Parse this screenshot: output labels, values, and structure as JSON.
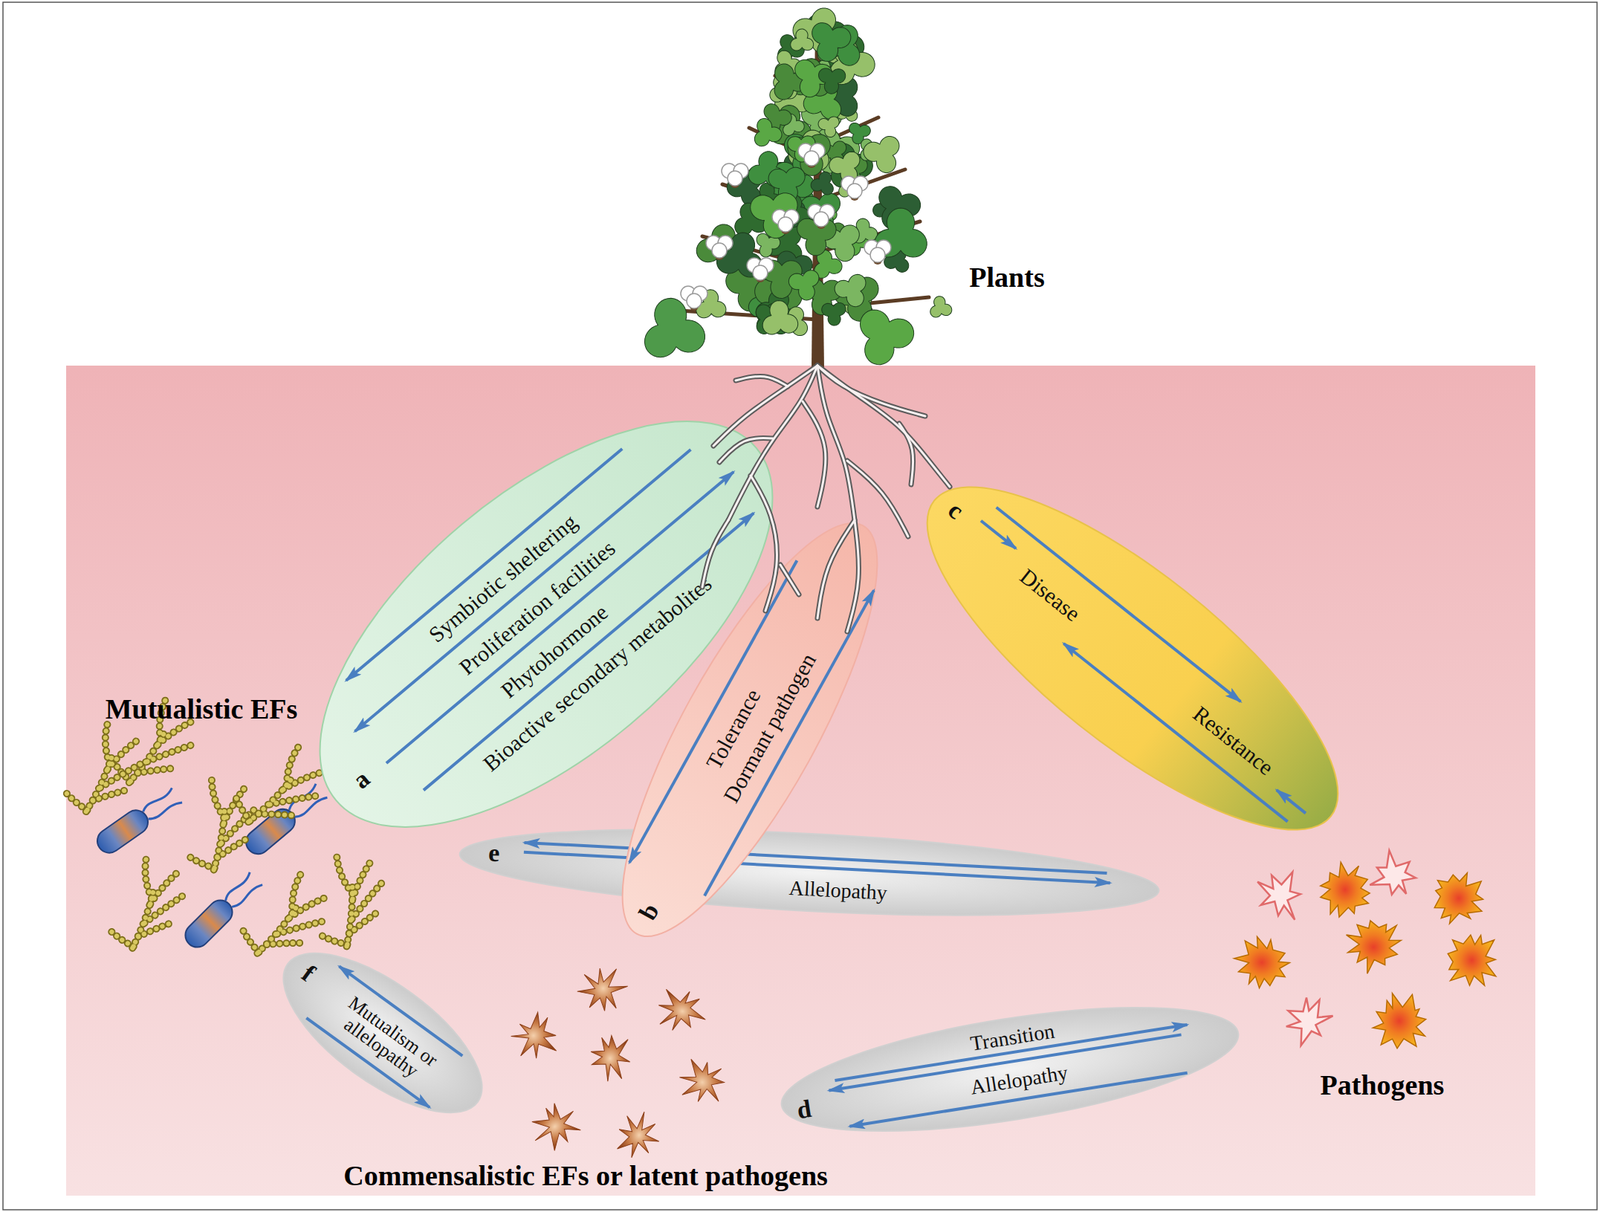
{
  "diagram": {
    "nodes": [
      {
        "text": [
          "a",
          "Symbiotic sheltering",
          "Proliferation facilities",
          "Phytohormone",
          "Bioactive secondary metabolites"
        ]
      },
      {
        "text": [
          "b",
          "Tolerance",
          "Dormant pathogen"
        ]
      },
      {
        "text": [
          "c",
          "Disease",
          "Resistance"
        ]
      },
      {
        "text": [
          "e",
          "Allelopathy"
        ]
      },
      {
        "text": [
          "f",
          "Mutualism or allelopathy"
        ]
      },
      {
        "text": [
          "d",
          "Transition",
          "Allelopathy"
        ]
      }
    ],
    "labels": [
      "Plants",
      "Mutualistic EFs",
      "Pathogens",
      "Commensalistic EFs or latent pathogens"
    ]
  }
}
